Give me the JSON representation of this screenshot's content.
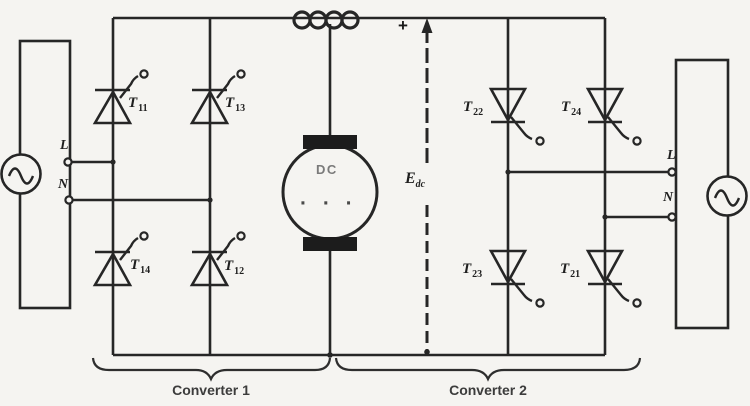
{
  "palette": {
    "background": "#f5f4f1",
    "ink": "#262626",
    "caption_color": "#3c3c3c",
    "motor_text_color": "#7a7a7a"
  },
  "left_source": {
    "line": "L",
    "neutral": "N"
  },
  "right_source": {
    "line": "L",
    "neutral": "N"
  },
  "dc_link": {
    "polarity": "+",
    "emf_base": "E",
    "emf_sub": "dc"
  },
  "motor": {
    "label": "DC",
    "brush_dots": "· · ·"
  },
  "converter1": {
    "caption": "Converter 1",
    "thyristors": [
      {
        "base": "T",
        "sub": "11"
      },
      {
        "base": "T",
        "sub": "13"
      },
      {
        "base": "T",
        "sub": "14"
      },
      {
        "base": "T",
        "sub": "12"
      }
    ]
  },
  "converter2": {
    "caption": "Converter 2",
    "thyristors": [
      {
        "base": "T",
        "sub": "22"
      },
      {
        "base": "T",
        "sub": "24"
      },
      {
        "base": "T",
        "sub": "23"
      },
      {
        "base": "T",
        "sub": "21"
      }
    ]
  }
}
